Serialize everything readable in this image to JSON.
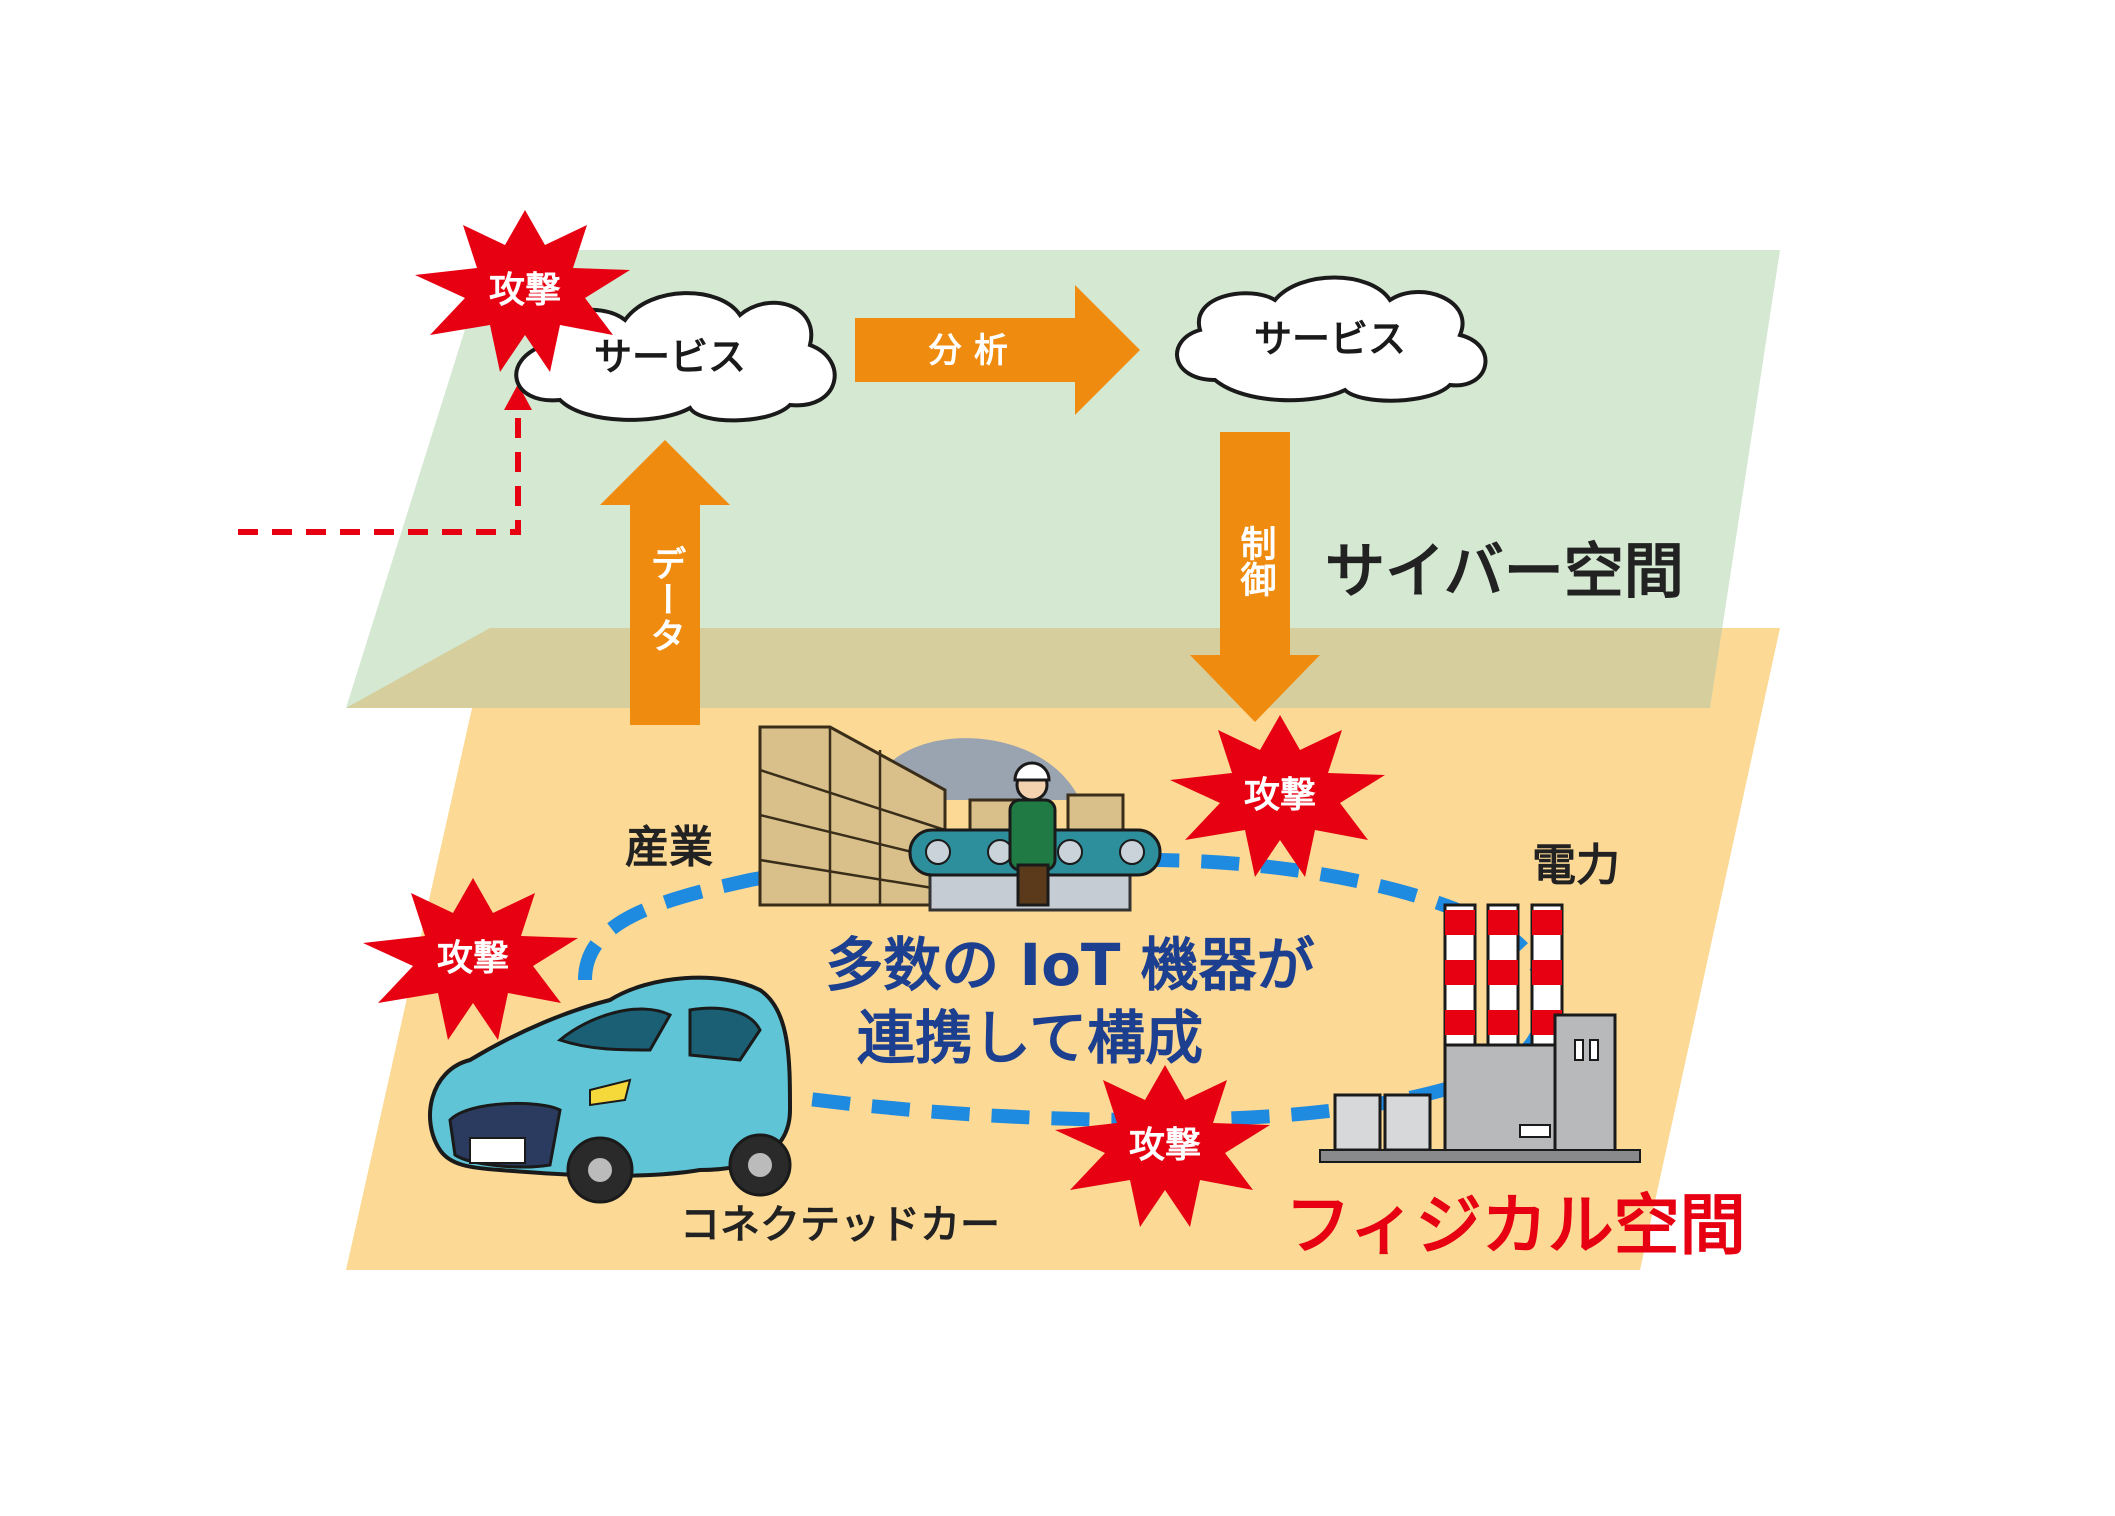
{
  "colors": {
    "cyber_plane": "#d4e8d2",
    "physical_plane": "#fcd994",
    "overlap": "#d6cf9d",
    "arrow": "#ef8c10",
    "attack_star": "#e60012",
    "attack_text": "#ffffff",
    "red_dashed": "#e60012",
    "blue_dashed": "#1e8ae0",
    "center_text": "#1d3f8f",
    "physical_label": "#e60012",
    "dark_text": "#222222",
    "car_body": "#5fc4d6"
  },
  "cyber": {
    "label": "サイバー空間",
    "service_left": "サービス",
    "service_right": "サービス",
    "analysis_arrow": "分 析",
    "data_arrow": "データ",
    "control_arrow": "制御"
  },
  "physical": {
    "label": "フィジカル空間",
    "industry": "産業",
    "power": "電力",
    "connected_car": "コネクテッドカー",
    "center_line1": "多数の IoT 機器が",
    "center_line2": "連携して構成"
  },
  "attacks": [
    "攻撃",
    "攻撃",
    "攻撃",
    "攻撃"
  ]
}
